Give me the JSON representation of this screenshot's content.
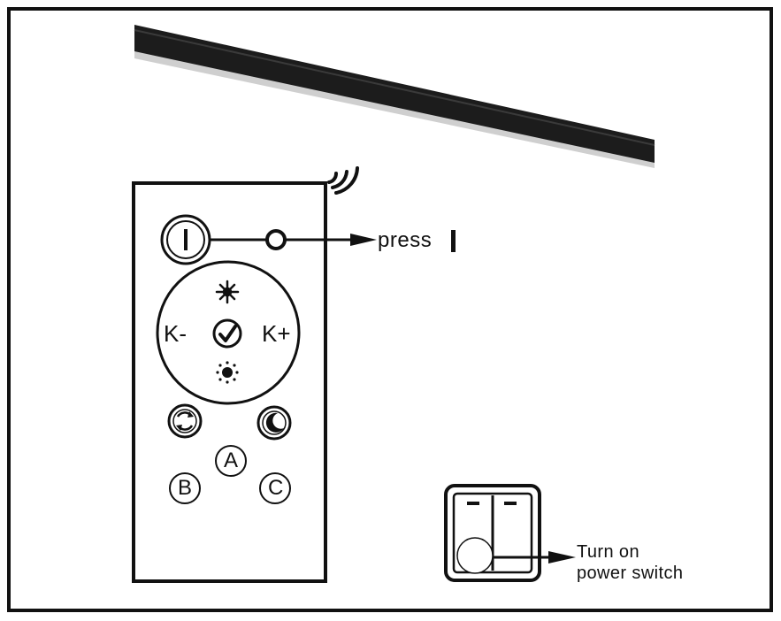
{
  "diagram": {
    "remote": {
      "power_symbol": "I",
      "k_minus": "K-",
      "k_plus": "K+",
      "a": "A",
      "b": "B",
      "c": "C"
    },
    "press_label": "press",
    "switch_label_line1": "Turn on",
    "switch_label_line2": "power switch",
    "colors": {
      "ink": "#111111",
      "lamp_body": "#1c1c1c",
      "background": "#ffffff"
    },
    "icons": [
      "brightness-up-icon",
      "confirm-check-icon",
      "brightness-down-icon",
      "cycle-icon",
      "night-mode-icon",
      "wireless-signal-icon"
    ]
  }
}
